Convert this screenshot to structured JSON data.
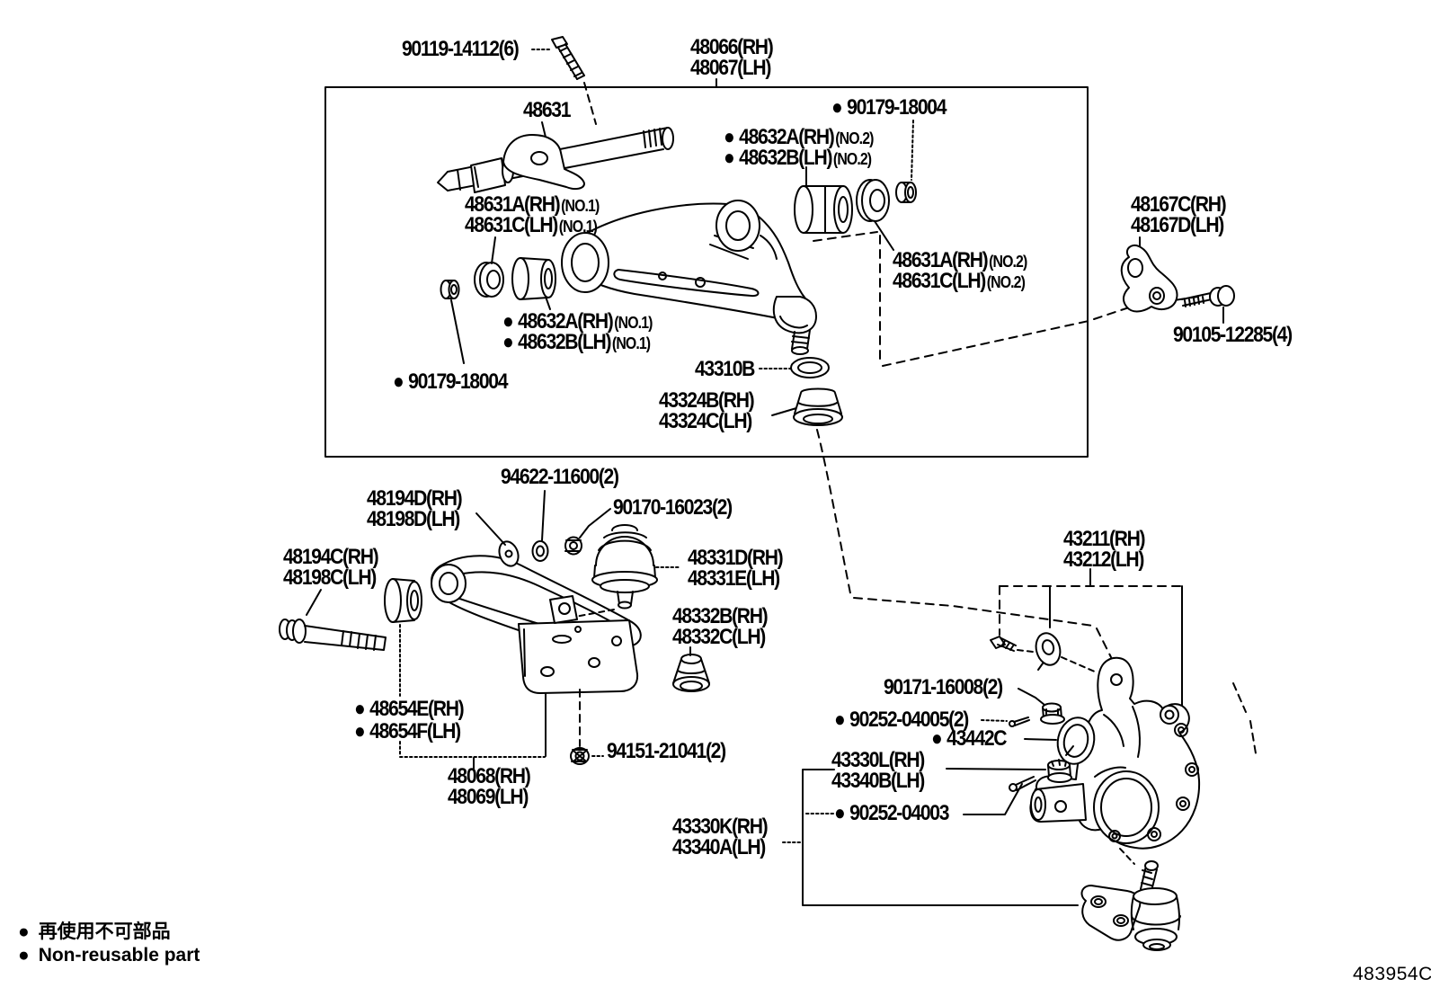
{
  "figure_code": "483954C",
  "legend": {
    "marker": "●",
    "jp": "再使用不可部品",
    "en": "Non-reusable part"
  },
  "labels": {
    "bolt_90119": {
      "text": "90119-14112(6)"
    },
    "assy_48066": {
      "text": "48066(RH)"
    },
    "assy_48067": {
      "text": "48067(LH)"
    },
    "shaft_48631": {
      "text": "48631"
    },
    "nut_90179_top": {
      "dot": "●",
      "text": "90179-18004"
    },
    "bush_48632a_no2": {
      "dot": "●",
      "text": "48632A(RH)",
      "suffix": "(NO.2)"
    },
    "bush_48632b_no2": {
      "dot": "●",
      "text": "48632B(LH)",
      "suffix": "(NO.2)"
    },
    "ret_48631a_no1": {
      "text": "48631A(RH)",
      "suffix": "(NO.1)"
    },
    "ret_48631c_no1": {
      "text": "48631C(LH)",
      "suffix": "(NO.1)"
    },
    "arm_48167c": {
      "text": "48167C(RH)"
    },
    "arm_48167d": {
      "text": "48167D(LH)"
    },
    "ret_48631a_no2": {
      "text": "48631A(RH)",
      "suffix": "(NO.2)"
    },
    "ret_48631c_no2": {
      "text": "48631C(LH)",
      "suffix": "(NO.2)"
    },
    "bolt_90105": {
      "text": "90105-12285(4)"
    },
    "bush_48632a_no1": {
      "dot": "●",
      "text": "48632A(RH)",
      "suffix": "(NO.1)"
    },
    "bush_48632b_no1": {
      "dot": "●",
      "text": "48632B(LH)",
      "suffix": "(NO.1)"
    },
    "nut_90179_bot": {
      "dot": "●",
      "text": "90179-18004"
    },
    "ring_43310b": {
      "text": "43310B"
    },
    "cover_43324b": {
      "text": "43324B(RH)"
    },
    "cover_43324c": {
      "text": "43324C(LH)"
    },
    "washer_94622": {
      "text": "94622-11600(2)"
    },
    "washer_48194d": {
      "text": "48194D(RH)"
    },
    "washer_48198d": {
      "text": "48198D(LH)"
    },
    "nut_90170": {
      "text": "90170-16023(2)"
    },
    "bolt_48194c": {
      "text": "48194C(RH)"
    },
    "bolt_48198c": {
      "text": "48198C(LH)"
    },
    "joint_48331d": {
      "text": "48331D(RH)"
    },
    "joint_48331e": {
      "text": "48331E(LH)"
    },
    "cover_48332b": {
      "text": "48332B(RH)"
    },
    "cover_48332c": {
      "text": "48332C(LH)"
    },
    "knuckle_43211": {
      "text": "43211(RH)"
    },
    "knuckle_43212": {
      "text": "43212(LH)"
    },
    "nut_90171": {
      "text": "90171-16008(2)"
    },
    "pin_90252_04005": {
      "dot": "●",
      "text": "90252-04005(2)"
    },
    "cam_43442c": {
      "dot": "●",
      "text": "43442C"
    },
    "nut_43330l": {
      "text": "43330L(RH)"
    },
    "nut_43340b": {
      "text": "43340B(LH)"
    },
    "pin_90252_04003": {
      "dot": "●",
      "text": "90252-04003"
    },
    "joint_43330k": {
      "text": "43330K(RH)"
    },
    "joint_43340a": {
      "text": "43340A(LH)"
    },
    "bush_48654e": {
      "dot": "●",
      "text": "48654E(RH)"
    },
    "bush_48654f": {
      "dot": "●",
      "text": "48654F(LH)"
    },
    "nut_94151": {
      "text": "94151-21041(2)"
    },
    "arm_48068": {
      "text": "48068(RH)"
    },
    "arm_48069": {
      "text": "48069(LH)"
    }
  }
}
